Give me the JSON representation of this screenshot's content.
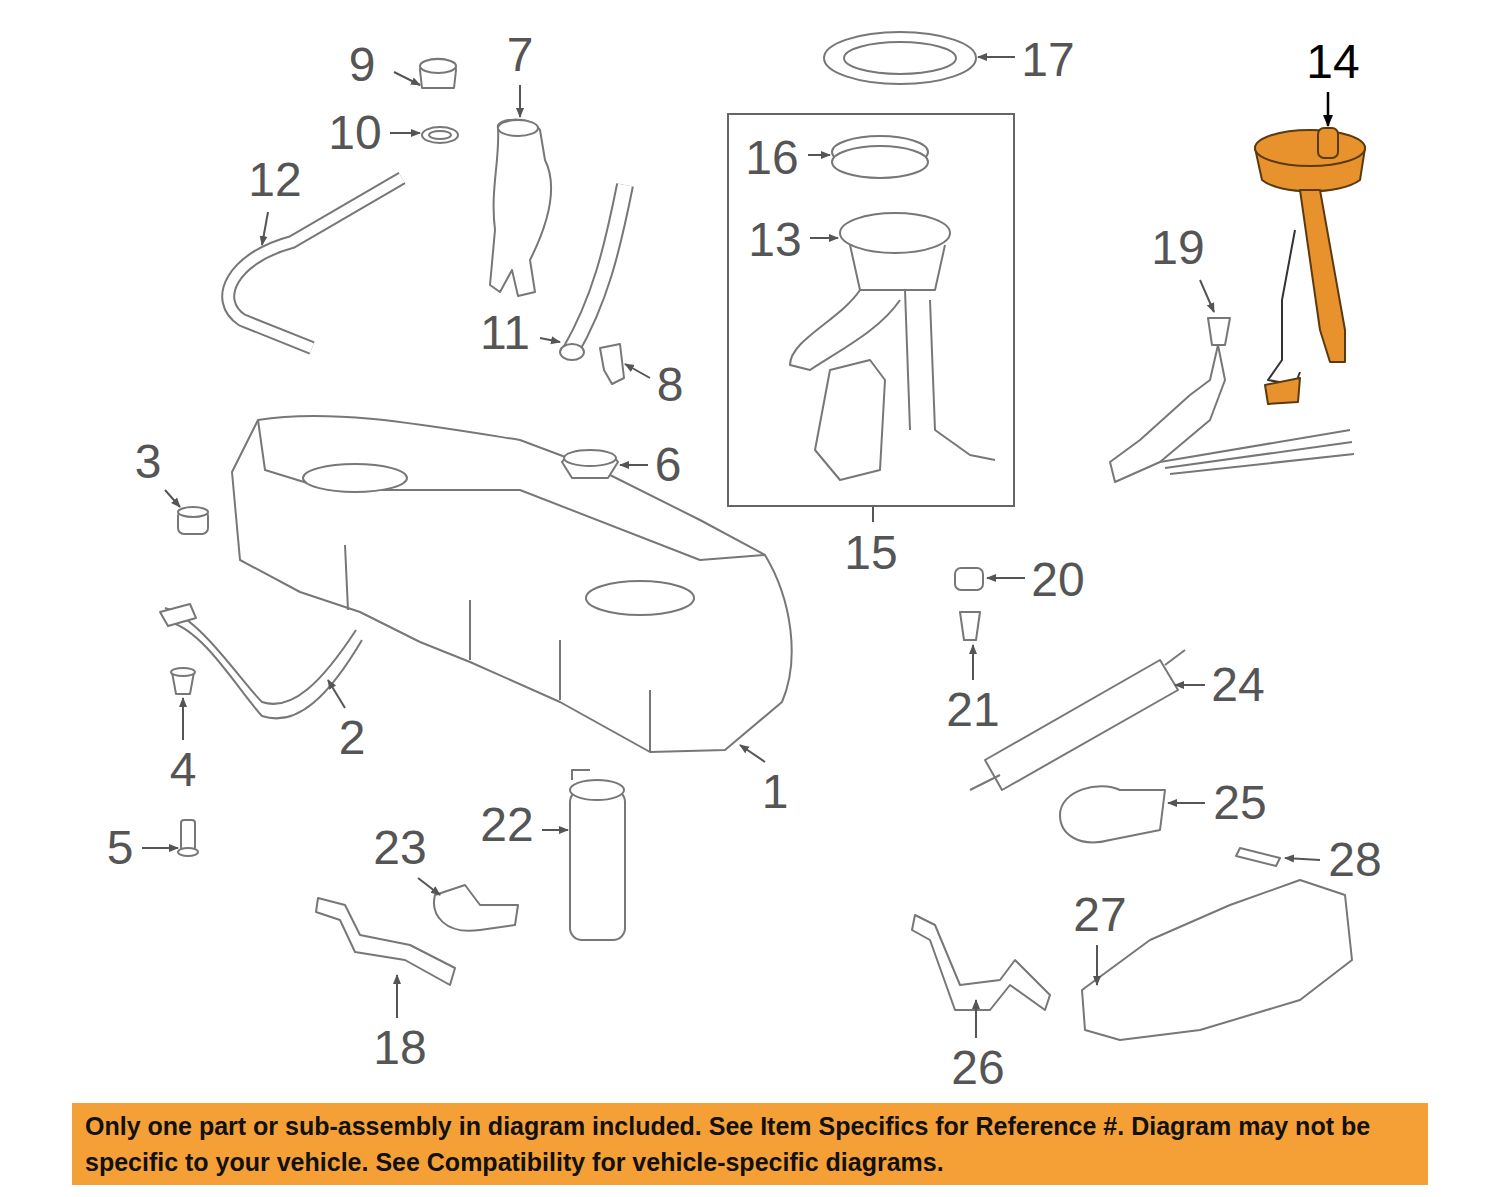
{
  "diagram": {
    "nodes": [
      {
        "text": [
          "15"
        ]
      },
      {
        "text": [
          "Only one part or sub-assembly in diagram included. See Item Specifics for Reference #. Diagram may not be specific to your vehicle. See Compatibility for vehicle-specific diagrams."
        ]
      }
    ],
    "edges": [],
    "labels": [
      "9",
      "7",
      "17",
      "14",
      "10",
      "16",
      "12",
      "13",
      "19",
      "11",
      "8",
      "3",
      "6",
      "20",
      "2",
      "24",
      "21",
      "4",
      "1",
      "25",
      "5",
      "23",
      "22",
      "28",
      "27",
      "18",
      "26"
    ]
  }
}
